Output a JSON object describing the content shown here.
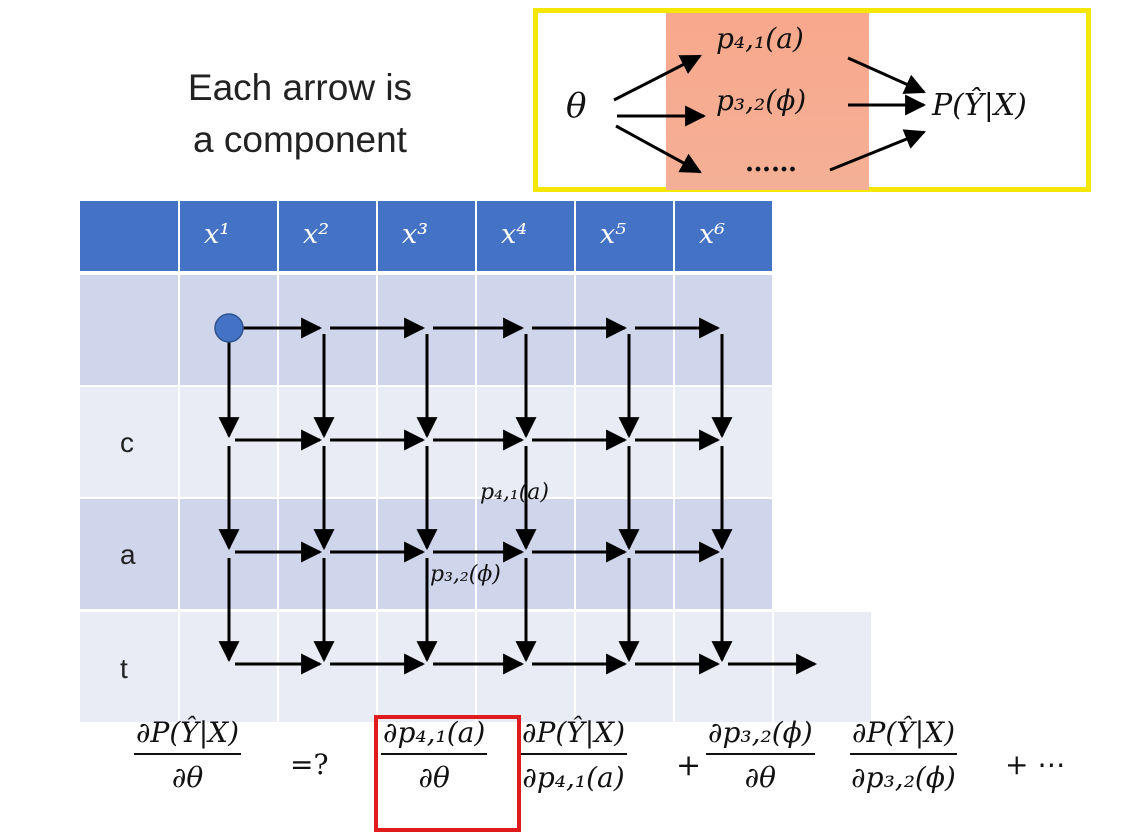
{
  "caption": {
    "line1": "Each arrow is",
    "line2": "a component"
  },
  "top_diagram": {
    "theta": "θ",
    "path1": "p₄,₁(a)",
    "path2": "p₃,₂(ϕ)",
    "path3": "……",
    "target": "P(Ŷ|X)"
  },
  "table": {
    "headers": [
      "",
      "x¹",
      "x²",
      "x³",
      "x⁴",
      "x⁵",
      "x⁶"
    ],
    "row_labels": [
      "",
      "c",
      "a",
      "t"
    ],
    "colors": {
      "header": "#4472c4",
      "row_dark": "#cfd5ea",
      "row_light": "#e9ebf5",
      "node": "#4472c4"
    }
  },
  "grid_labels": {
    "p41": "p₄,₁(a)",
    "p32": "p₃,₂(ϕ)"
  },
  "equation": {
    "lhs_num": "∂P(Ŷ|X)",
    "lhs_den": "∂θ",
    "eq": "=?",
    "t1_num": "∂p₄,₁(a)",
    "t1_den": "∂θ",
    "t2_num": "∂P(Ŷ|X)",
    "t2_den": "∂p₄,₁(a)",
    "plus1": "+",
    "t3_num": "∂p₃,₂(ϕ)",
    "t3_den": "∂θ",
    "t4_num": "∂P(Ŷ|X)",
    "t4_den": "∂p₃,₂(ϕ)",
    "tail": "+ ⋯",
    "highlight_color": "#e01b1b"
  }
}
